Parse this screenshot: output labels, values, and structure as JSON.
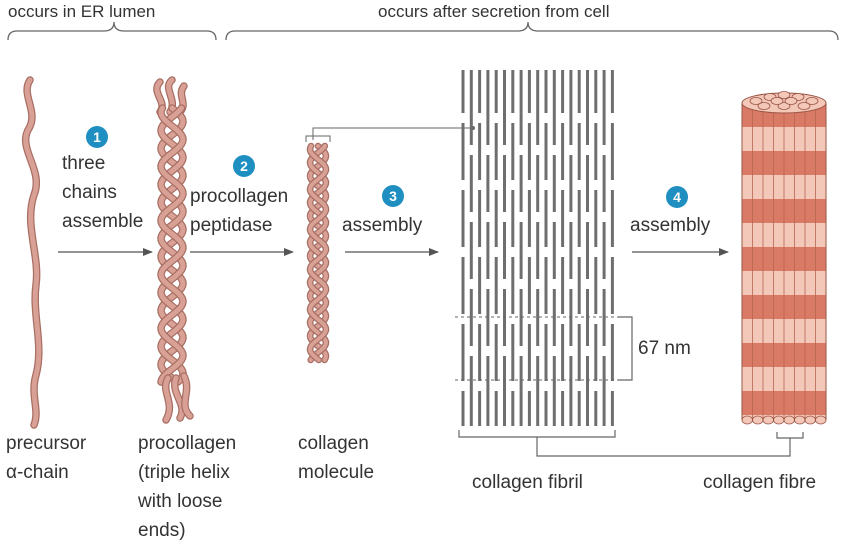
{
  "brackets": {
    "left_label": "occurs in ER lumen",
    "right_label": "occurs after secretion from cell"
  },
  "steps": [
    {
      "number": "1",
      "label": "three\nchains\nassemble"
    },
    {
      "number": "2",
      "label": "procollagen\npeptidase"
    },
    {
      "number": "3",
      "label": "assembly"
    },
    {
      "number": "4",
      "label": "assembly"
    }
  ],
  "items": {
    "precursor": "precursor\nα-chain",
    "procollagen": "procollagen\n(triple helix\nwith loose\nends)",
    "molecule": "collagen\nmolecule",
    "fibril": "collagen fibril",
    "fibre": "collagen fibre"
  },
  "measure": {
    "period_label": "67 nm"
  },
  "colors": {
    "strand": "#d9a196",
    "strand_outline": "#a86e63",
    "fibril_line": "#6e6e6e",
    "fibre_dark": "#d97a66",
    "fibre_light": "#f3c8b8",
    "badge": "#1e8fc0",
    "text": "#333333",
    "arrow": "#555555"
  }
}
